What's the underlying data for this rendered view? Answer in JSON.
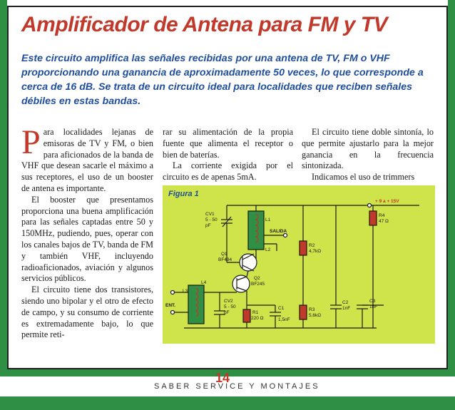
{
  "article": {
    "title": "Amplificador de Antena para FM y TV",
    "lead": "Este circuito amplifica las señales recibidas por una antena de TV, FM o VHF proporcionando una ganancia de aproximadamente 50 veces, lo que corresponde a cerca de 16 dB. Se trata de un circuito ideal para localidades que reciben señales débiles en estas bandas.",
    "dropcap": "P",
    "col1_p1": "ara localidades lejanas de emisoras de TV y FM, o bien para aficionados de la banda de VHF que desean sacarle el máximo a sus receptores, el uso de un booster de antena es importante.",
    "col1_p2": "El booster que presentamos proporciona una buena amplificación para las señales captadas entre 50 y 150MHz, pudiendo, pues, operar con los canales bajos de TV, banda de FM y también VHF, incluyendo radioaficionados, aviación y algunos servicios públicos.",
    "col1_p3": "El circuito tiene dos transistores, siendo uno bipolar y el otro de efecto de campo, y su consumo de corriente es extremadamente bajo, lo que permite reti-",
    "col2_p1": "rar su alimentación de la propia fuente que alimenta el receptor o bien de baterías.",
    "col2_p2": "La corriente exigida por el circuito es de apenas 5mA.",
    "col3_p1": "El circuito tiene doble sintonía, lo que permite ajustarlo para la mejor ganancia en la frecuencia sintonizada.",
    "col3_p2": "Indicamos el uso de trimmers"
  },
  "figure": {
    "label": "Figura 1",
    "components": {
      "supply": "+ 9 a + 15V",
      "r4": "R4",
      "r4_value": "47 Ω",
      "cv1": "CV1",
      "cv1_value": "5 - 50",
      "cv1_unit": "pF",
      "l1": "L1",
      "l2": "L2",
      "salida": "SALIDA",
      "q1": "Q1",
      "q1_part": "BF494",
      "q2": "Q2",
      "q2_part": "BF245",
      "r2": "R2",
      "r2_value": "4,7kΩ",
      "l3": "L3",
      "l4": "L4",
      "ent": "ENT.",
      "cv2": "CV2",
      "cv2_value": "5 - 50",
      "cv2_unit": "pF",
      "r1": "R1",
      "r1_value": "220 Ω",
      "c1": "C1",
      "c1_value": "1,5nF",
      "r3": "R3",
      "r3_value": "5,6kΩ",
      "c2": "C2",
      "c2_value": "1nF",
      "c3": "C3",
      "c3_value": "1nF"
    }
  },
  "footer": {
    "page_number": "14",
    "magazine": "SABER SERVICE Y MONTAJES"
  },
  "colors": {
    "title": "#c0392b",
    "lead": "#1f4e9c",
    "figure_bg": "#cfe34a",
    "frame_green": "#2f8f44"
  }
}
